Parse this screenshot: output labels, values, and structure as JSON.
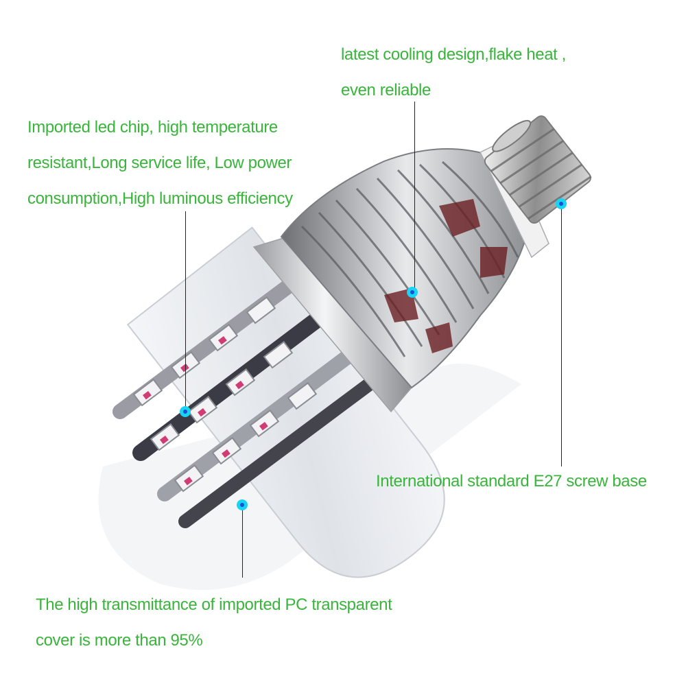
{
  "colors": {
    "label_text": "#38b53a",
    "callout_dot": "#19d4f4",
    "callout_dot_center": "#1a4fd6"
  },
  "callouts": {
    "cooling": {
      "lines": [
        "latest cooling design,flake heat ,",
        "even reliable"
      ]
    },
    "chip": {
      "lines": [
        "Imported led chip, high temperature",
        "resistant,Long service life, Low power",
        "consumption,High luminous efficiency"
      ]
    },
    "base": {
      "lines": [
        "International standard E27 screw base"
      ]
    },
    "cover": {
      "lines": [
        "The high transmittance of imported PC transparent",
        "cover is more than 95%"
      ]
    }
  }
}
